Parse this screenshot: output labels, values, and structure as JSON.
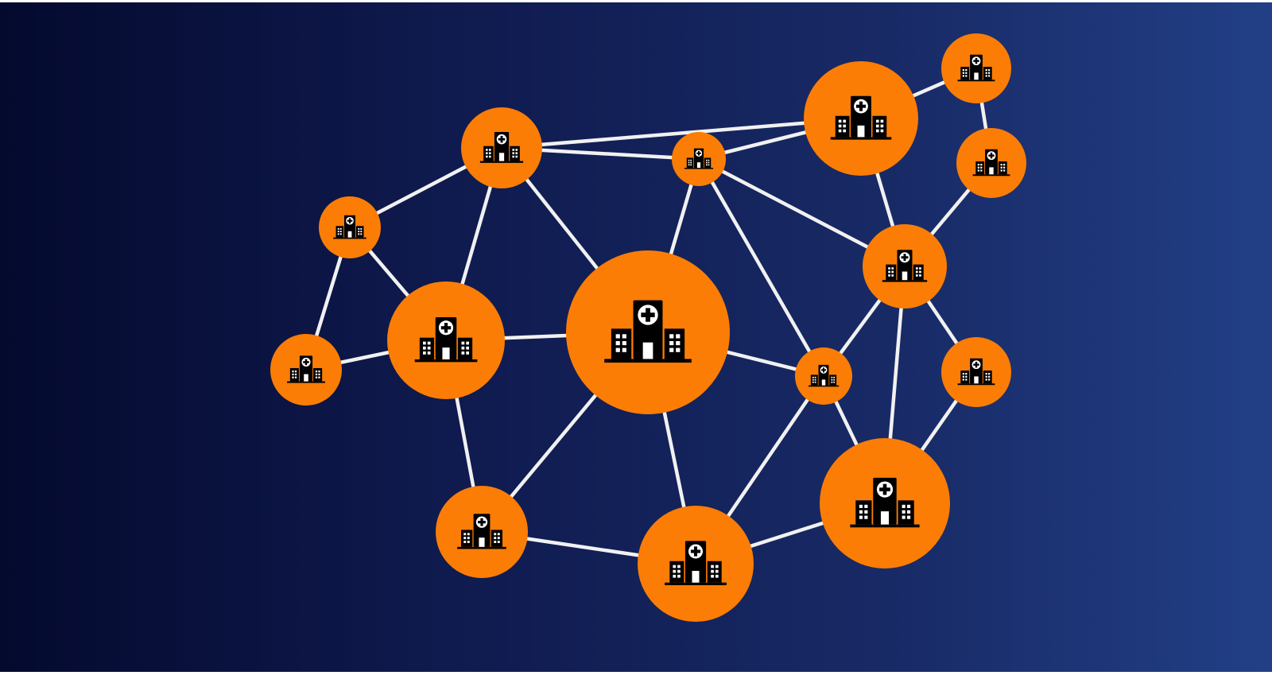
{
  "diagram": {
    "background_gradient": [
      "#040a2e",
      "#0f1a4e",
      "#182a66",
      "#223f86"
    ],
    "node_color": "#fb7d05",
    "edge_color": "#f1f1f1",
    "icon": "hospital-building-icon",
    "nodes": [
      {
        "id": "n-center",
        "size": "large"
      },
      {
        "id": "n-top-left",
        "size": "medium"
      },
      {
        "id": "n-left-small",
        "size": "small"
      },
      {
        "id": "n-far-left",
        "size": "small"
      },
      {
        "id": "n-left-large",
        "size": "large"
      },
      {
        "id": "n-bottom-left",
        "size": "medium"
      },
      {
        "id": "n-bottom-center",
        "size": "large"
      },
      {
        "id": "n-top-center-small",
        "size": "small"
      },
      {
        "id": "n-top-right-large",
        "size": "large"
      },
      {
        "id": "n-far-top-right",
        "size": "small"
      },
      {
        "id": "n-right-upper",
        "size": "small"
      },
      {
        "id": "n-right-middle",
        "size": "medium"
      },
      {
        "id": "n-center-right-small",
        "size": "small"
      },
      {
        "id": "n-right-lower",
        "size": "small"
      },
      {
        "id": "n-bottom-right-large",
        "size": "large"
      }
    ],
    "edges": [
      [
        "n-top-left",
        "n-top-right-large"
      ],
      [
        "n-top-left",
        "n-top-center-small"
      ],
      [
        "n-top-left",
        "n-left-small"
      ],
      [
        "n-top-left",
        "n-left-large"
      ],
      [
        "n-top-left",
        "n-center"
      ],
      [
        "n-left-small",
        "n-far-left"
      ],
      [
        "n-left-small",
        "n-left-large"
      ],
      [
        "n-far-left",
        "n-left-large"
      ],
      [
        "n-left-large",
        "n-center"
      ],
      [
        "n-left-large",
        "n-bottom-left"
      ],
      [
        "n-bottom-left",
        "n-center"
      ],
      [
        "n-bottom-left",
        "n-bottom-center"
      ],
      [
        "n-center",
        "n-top-center-small"
      ],
      [
        "n-center",
        "n-center-right-small"
      ],
      [
        "n-center",
        "n-bottom-center"
      ],
      [
        "n-top-center-small",
        "n-top-right-large"
      ],
      [
        "n-top-center-small",
        "n-right-middle"
      ],
      [
        "n-top-center-small",
        "n-center-right-small"
      ],
      [
        "n-top-right-large",
        "n-far-top-right"
      ],
      [
        "n-top-right-large",
        "n-right-middle"
      ],
      [
        "n-far-top-right",
        "n-right-upper"
      ],
      [
        "n-right-upper",
        "n-right-middle"
      ],
      [
        "n-right-middle",
        "n-center-right-small"
      ],
      [
        "n-right-middle",
        "n-right-lower"
      ],
      [
        "n-right-middle",
        "n-bottom-right-large"
      ],
      [
        "n-center-right-small",
        "n-bottom-right-large"
      ],
      [
        "n-center-right-small",
        "n-bottom-center"
      ],
      [
        "n-right-lower",
        "n-bottom-right-large"
      ],
      [
        "n-bottom-right-large",
        "n-bottom-center"
      ]
    ]
  }
}
